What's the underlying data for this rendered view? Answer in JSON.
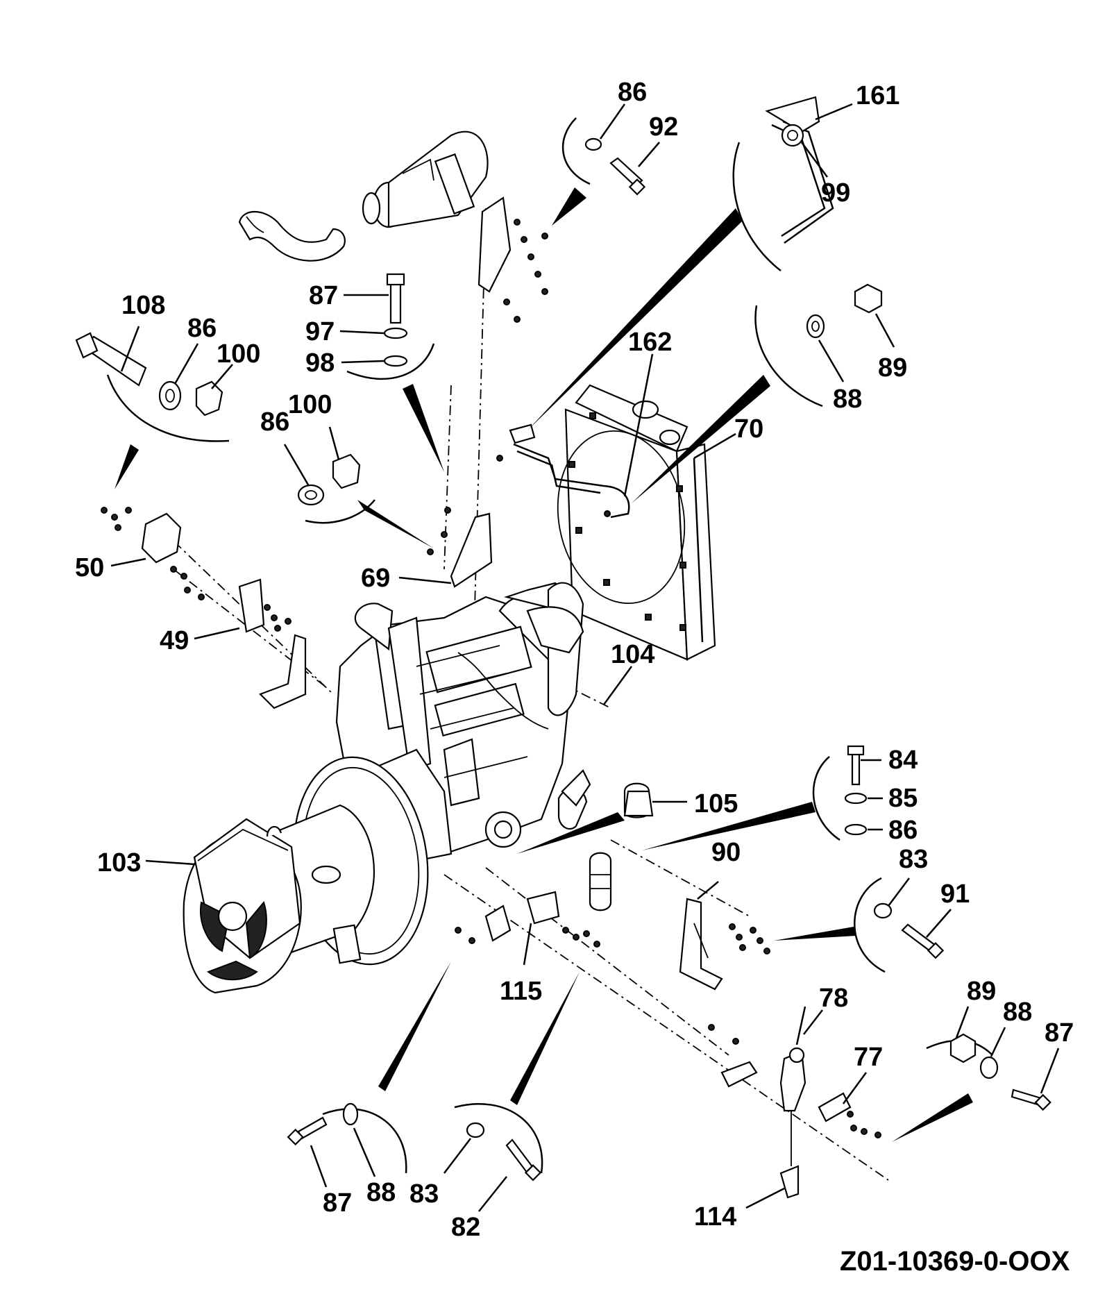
{
  "drawing_number": "Z01-10369-0-OOX",
  "callouts": {
    "c50": "50",
    "c49": "49",
    "c69": "69",
    "c70": "70",
    "c77": "77",
    "c78": "78",
    "c82": "82",
    "c83a": "83",
    "c83b": "83",
    "c84": "84",
    "c85": "85",
    "c86a": "86",
    "c86b": "86",
    "c86c": "86",
    "c86d": "86",
    "c87a": "87",
    "c87b": "87",
    "c87c": "87",
    "c88a": "88",
    "c88b": "88",
    "c88c": "88",
    "c89a": "89",
    "c89b": "89",
    "c90": "90",
    "c91": "91",
    "c92": "92",
    "c97": "97",
    "c98": "98",
    "c99": "99",
    "c100a": "100",
    "c100b": "100",
    "c103": "103",
    "c104": "104",
    "c105": "105",
    "c108": "108",
    "c114": "114",
    "c115": "115",
    "c161": "161",
    "c162": "162"
  }
}
